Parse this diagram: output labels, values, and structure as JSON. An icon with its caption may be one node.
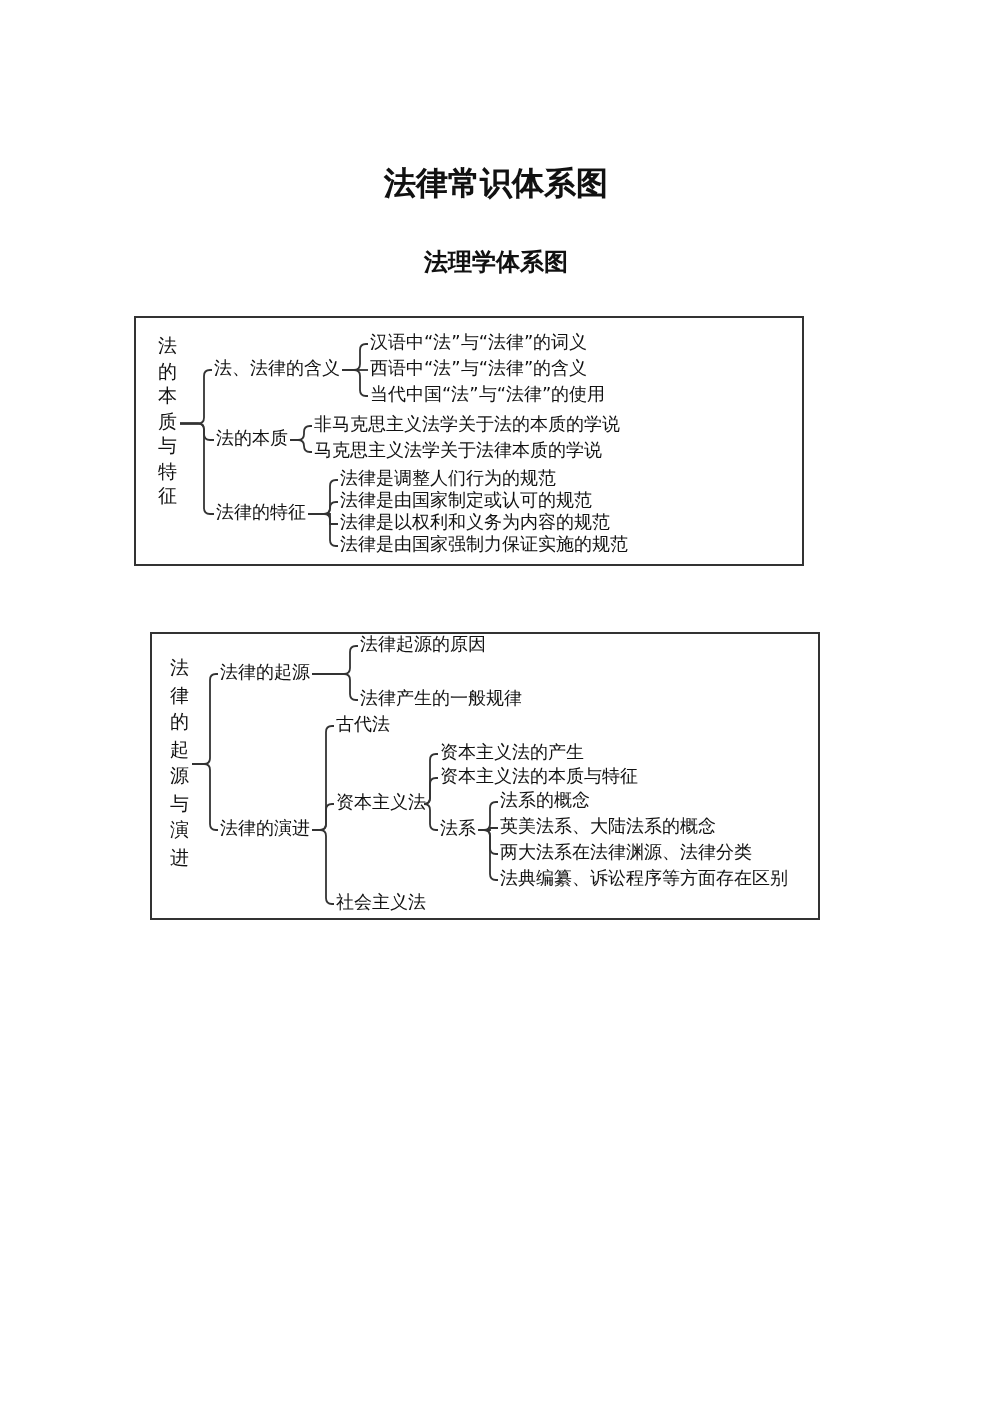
{
  "diagram": {
    "title": "法律常识体系图",
    "labels": [
      "法理学体系图"
    ],
    "nodes": [
      {
        "text": [],
        "shape": "box"
      },
      {
        "text": [
          "法的本质与特征"
        ],
        "in": 0
      },
      {
        "text": [
          "法、法律的含义"
        ],
        "in": 0
      },
      {
        "text": [
          "汉语中“法”与“法律”的词义"
        ],
        "in": 0
      },
      {
        "text": [
          "西语中“法”与“法律”的含义"
        ],
        "in": 0
      },
      {
        "text": [
          "当代中国“法”与“法律”的使用"
        ],
        "in": 0
      },
      {
        "text": [
          "法的本质"
        ],
        "in": 0
      },
      {
        "text": [
          "非马克思主义法学关于法的本质的学说"
        ],
        "in": 0
      },
      {
        "text": [
          "马克思主义法学关于法律本质的学说"
        ],
        "in": 0
      },
      {
        "text": [
          "法律的特征"
        ],
        "in": 0
      },
      {
        "text": [
          "法律是调整人们行为的规范"
        ],
        "in": 0
      },
      {
        "text": [
          "法律是由国家制定或认可的规范"
        ],
        "in": 0
      },
      {
        "text": [
          "法律是以权利和义务为内容的规范"
        ],
        "in": 0
      },
      {
        "text": [
          "法律是由国家强制力保证实施的规范"
        ],
        "in": 0
      },
      {
        "text": [],
        "shape": "box"
      },
      {
        "text": [
          "法律的起源与演进"
        ],
        "in": 14
      },
      {
        "text": [
          "法律的起源"
        ],
        "in": 14
      },
      {
        "text": [
          "法律起源的原因"
        ],
        "in": 14
      },
      {
        "text": [
          "法律产生的一般规律"
        ],
        "in": 14
      },
      {
        "text": [
          "法律的演进"
        ],
        "in": 14
      },
      {
        "text": [
          "古代法"
        ],
        "in": 14
      },
      {
        "text": [
          "资本主义法"
        ],
        "in": 14
      },
      {
        "text": [
          "社会主义法"
        ],
        "in": 14
      },
      {
        "text": [
          "资本主义法的产生"
        ],
        "in": 14
      },
      {
        "text": [
          "资本主义法的本质与特征"
        ],
        "in": 14
      },
      {
        "text": [
          "法系"
        ],
        "in": 14
      },
      {
        "text": [
          "法系的概念"
        ],
        "in": 14
      },
      {
        "text": [
          "英美法系、大陆法系的概念"
        ],
        "in": 14
      },
      {
        "text": [
          "两大法系在法律渊源、法律分类"
        ],
        "in": 14
      },
      {
        "text": [
          "法典编纂、诉讼程序等方面存在区别"
        ],
        "in": 14
      }
    ],
    "edges": [
      {
        "from": 1,
        "to": 2,
        "arrow": "none"
      },
      {
        "from": 1,
        "to": 6,
        "arrow": "none"
      },
      {
        "from": 1,
        "to": 9,
        "arrow": "none"
      },
      {
        "from": 2,
        "to": 3,
        "arrow": "none"
      },
      {
        "from": 2,
        "to": 4,
        "arrow": "none"
      },
      {
        "from": 2,
        "to": 5,
        "arrow": "none"
      },
      {
        "from": 6,
        "to": 7,
        "arrow": "none"
      },
      {
        "from": 6,
        "to": 8,
        "arrow": "none"
      },
      {
        "from": 9,
        "to": 10,
        "arrow": "none"
      },
      {
        "from": 9,
        "to": 11,
        "arrow": "none"
      },
      {
        "from": 9,
        "to": 12,
        "arrow": "none"
      },
      {
        "from": 9,
        "to": 13,
        "arrow": "none"
      },
      {
        "from": 15,
        "to": 16,
        "arrow": "none"
      },
      {
        "from": 15,
        "to": 19,
        "arrow": "none"
      },
      {
        "from": 16,
        "to": 17,
        "arrow": "none"
      },
      {
        "from": 16,
        "to": 18,
        "arrow": "none"
      },
      {
        "from": 19,
        "to": 20,
        "arrow": "none"
      },
      {
        "from": 19,
        "to": 21,
        "arrow": "none"
      },
      {
        "from": 19,
        "to": 22,
        "arrow": "none"
      },
      {
        "from": 21,
        "to": 23,
        "arrow": "none"
      },
      {
        "from": 21,
        "to": 24,
        "arrow": "none"
      },
      {
        "from": 21,
        "to": 25,
        "arrow": "none"
      },
      {
        "from": 25,
        "to": 26,
        "arrow": "none"
      },
      {
        "from": 25,
        "to": 27,
        "arrow": "none"
      },
      {
        "from": 25,
        "to": 28,
        "arrow": "none"
      },
      {
        "from": 25,
        "to": 29,
        "arrow": "none"
      }
    ]
  }
}
